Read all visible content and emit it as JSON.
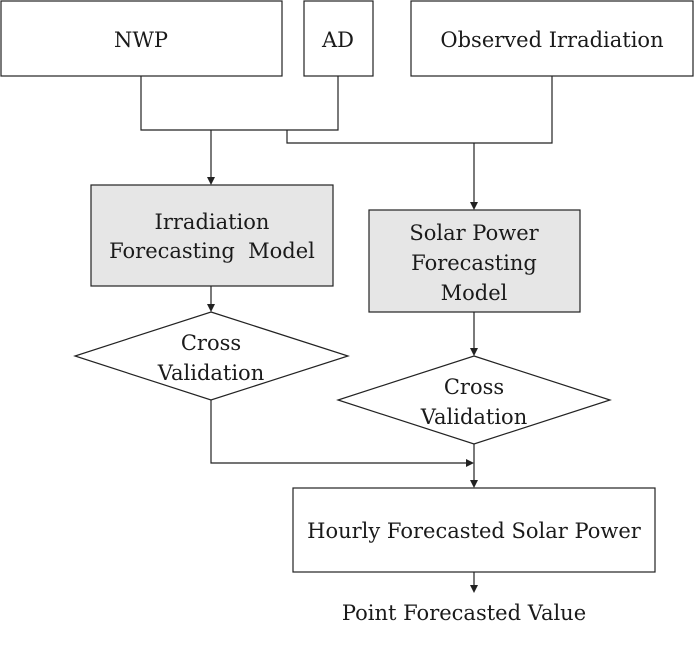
{
  "diagram": {
    "inputs": {
      "nwp": "NWP",
      "ad": "AD",
      "observed": "Observed Irradiation"
    },
    "irradiation_model": [
      "Irradiation",
      "Forecasting  Model"
    ],
    "solar_model": [
      "Solar Power",
      "Forecasting",
      "Model"
    ],
    "cv_left": [
      "Cross",
      "Validation"
    ],
    "cv_right": [
      "Cross",
      "Validation"
    ],
    "hourly": "Hourly Forecasted Solar Power",
    "output": "Point Forecasted Value",
    "colors": {
      "model_fill": "#e6e6e6",
      "stroke": "#222222"
    }
  }
}
